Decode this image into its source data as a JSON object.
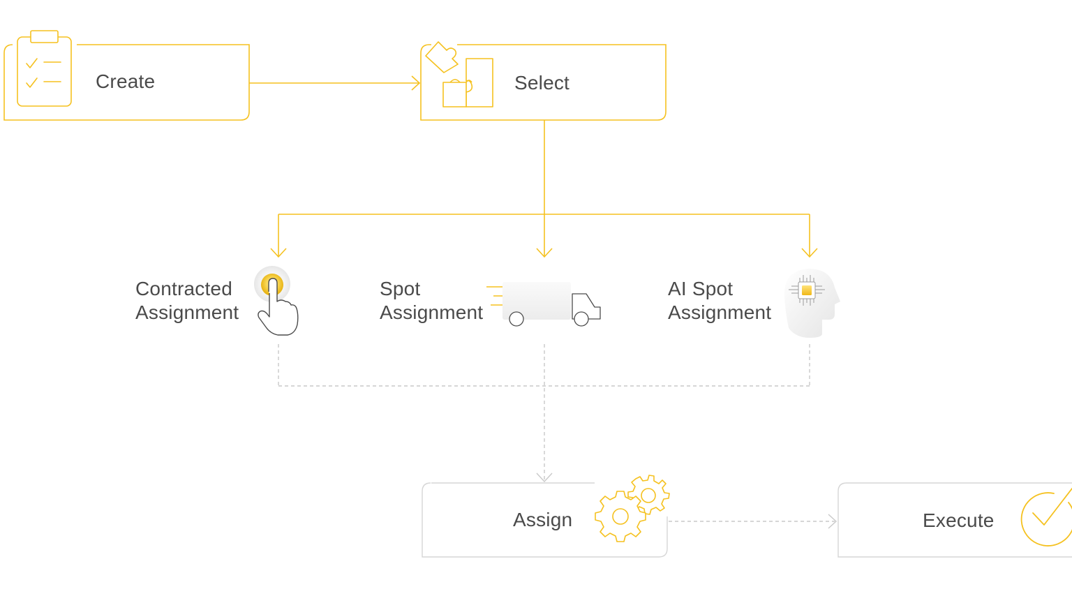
{
  "colors": {
    "accent": "#f5c11f",
    "muted_line": "#c9c9c9",
    "text": "#4a4a4a"
  },
  "steps": {
    "create": {
      "label": "Create",
      "icon": "clipboard-checklist-icon"
    },
    "select": {
      "label": "Select",
      "icon": "puzzle-icon"
    },
    "assign": {
      "label": "Assign",
      "icon": "gears-icon"
    },
    "execute": {
      "label": "Execute",
      "icon": "check-circle-icon"
    }
  },
  "options": {
    "contracted": {
      "line1": "Contracted",
      "line2": "Assignment",
      "icon": "hand-pointer-icon"
    },
    "spot": {
      "line1": "Spot",
      "line2": "Assignment",
      "icon": "truck-icon"
    },
    "ai_spot": {
      "line1": "AI Spot",
      "line2": "Assignment",
      "icon": "ai-head-chip-icon"
    }
  }
}
